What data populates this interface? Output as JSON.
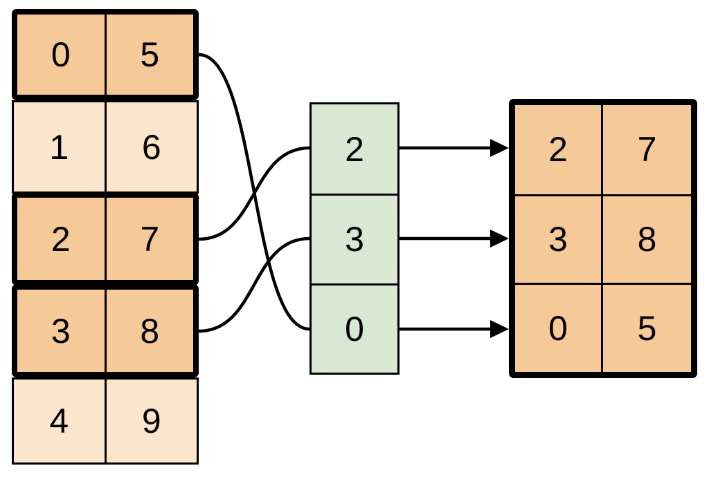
{
  "diagram_type": "gather-rows-by-index",
  "colors": {
    "background": "#ffffff",
    "highlight_fill": "#F6C998",
    "dim_fill": "#FBE5CC",
    "index_fill": "#D9E8D3",
    "line": "#000000"
  },
  "source_table": {
    "rows": [
      {
        "highlighted": true,
        "cells": [
          "0",
          "5"
        ]
      },
      {
        "highlighted": false,
        "cells": [
          "1",
          "6"
        ]
      },
      {
        "highlighted": true,
        "cells": [
          "2",
          "7"
        ]
      },
      {
        "highlighted": true,
        "cells": [
          "3",
          "8"
        ]
      },
      {
        "highlighted": false,
        "cells": [
          "4",
          "9"
        ]
      }
    ]
  },
  "index_column": {
    "cells": [
      "2",
      "3",
      "0"
    ]
  },
  "result_table": {
    "rows": [
      {
        "cells": [
          "2",
          "7"
        ]
      },
      {
        "cells": [
          "3",
          "8"
        ]
      },
      {
        "cells": [
          "0",
          "5"
        ]
      }
    ]
  },
  "connections": {
    "curves": [
      {
        "from_source_row": 0,
        "to_index_slot": 2
      },
      {
        "from_source_row": 2,
        "to_index_slot": 0
      },
      {
        "from_source_row": 3,
        "to_index_slot": 1
      }
    ],
    "arrows": [
      {
        "from_index_slot": 0,
        "to_result_row": 0
      },
      {
        "from_index_slot": 1,
        "to_result_row": 1
      },
      {
        "from_index_slot": 2,
        "to_result_row": 2
      }
    ]
  }
}
